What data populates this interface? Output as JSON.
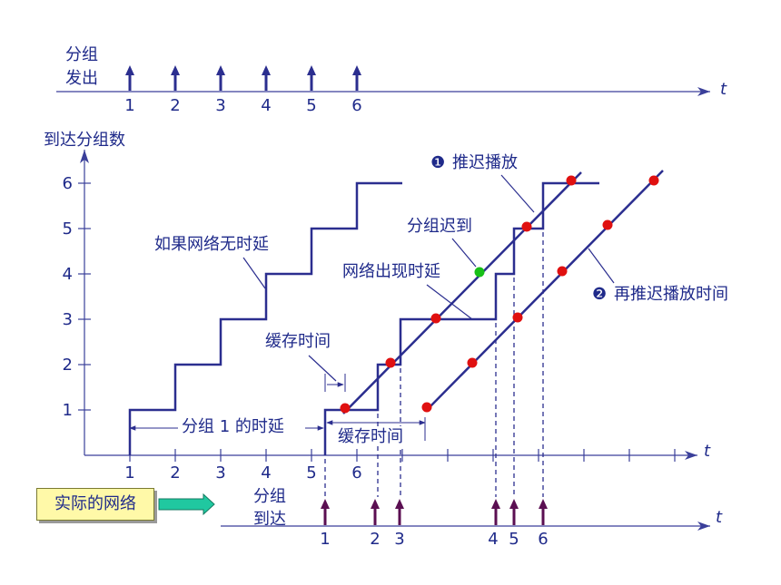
{
  "top_panel": {
    "label_line1": "分组",
    "label_line2": "发出",
    "packet_numbers": [
      "1",
      "2",
      "3",
      "4",
      "5",
      "6"
    ],
    "t_label": "t"
  },
  "main_chart": {
    "y_title": "到达分组数",
    "y_ticks": [
      "1",
      "2",
      "3",
      "4",
      "5",
      "6"
    ],
    "x_ticks": [
      "1",
      "2",
      "3",
      "4",
      "5",
      "6"
    ],
    "t_label": "t",
    "annotations": {
      "no_delay": "如果网络无时延",
      "network_delay": "网络出现时延",
      "packet_late": "分组迟到",
      "playback_1": "推迟播放",
      "playback_1_marker": "❶",
      "playback_2": "再推迟播放时间",
      "playback_2_marker": "❷",
      "buffer_time_small": "缓存时间",
      "packet1_delay": "分组 1 的时延",
      "buffer_time_bottom": "缓存时间"
    }
  },
  "bottom_panel": {
    "badge_text": "实际的网络",
    "label_line1": "分组",
    "label_line2": "到达",
    "packet_numbers": [
      "1",
      "2",
      "3",
      "4",
      "5",
      "6"
    ],
    "t_label": "t"
  },
  "colors": {
    "ink": "#1f2a8a",
    "step": "#2b2e8f",
    "arrival_arrow": "#5b0f52",
    "red_dot": "#e01010",
    "green_dot": "#18c018",
    "badge_bg": "#fff9a8",
    "badge_arrow": "#20c8a0"
  }
}
